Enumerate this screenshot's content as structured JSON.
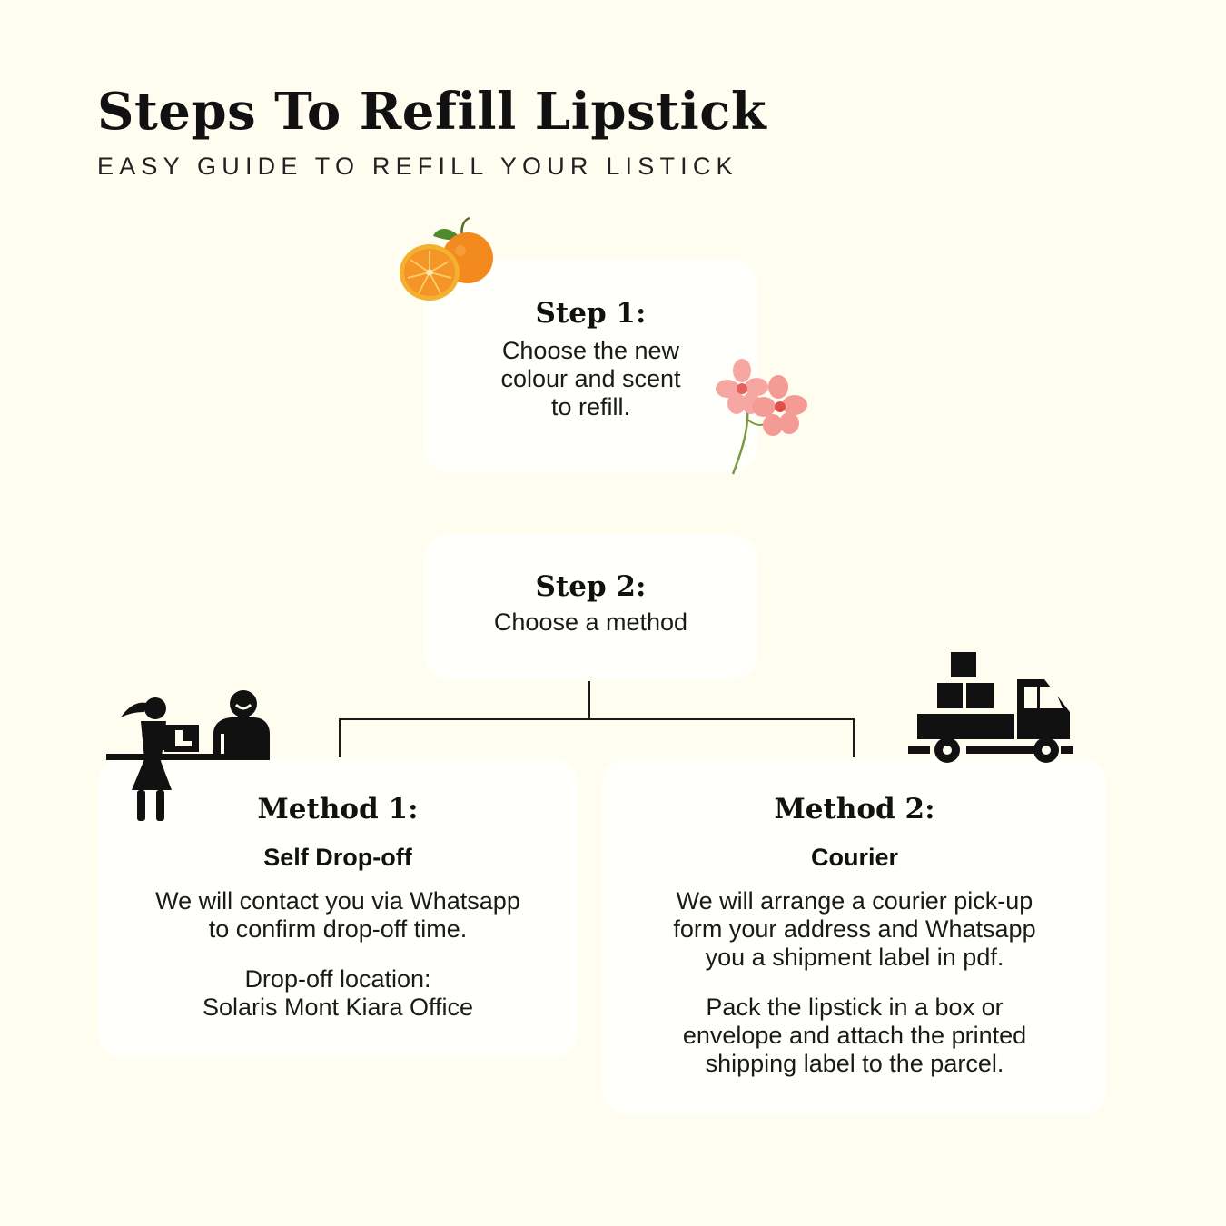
{
  "title": "Steps To Refill Lipstick",
  "subtitle": "EASY GUIDE TO REFILL YOUR LISTICK",
  "step1": {
    "heading": "Step 1:",
    "lines": [
      "Choose the new",
      "colour and scent",
      "to refill."
    ]
  },
  "step2": {
    "heading": "Step 2:",
    "text": "Choose a method"
  },
  "method1": {
    "heading": "Method 1:",
    "subheading": "Self Drop-off",
    "para1": [
      "We will contact you via Whatsapp",
      "to confirm drop-off time."
    ],
    "para2": [
      "Drop-off location:",
      "Solaris Mont Kiara Office"
    ]
  },
  "method2": {
    "heading": "Method 2:",
    "subheading": "Courier",
    "para1": [
      "We will arrange a courier pick-up",
      "form your address and Whatsapp",
      "you a shipment label in pdf."
    ],
    "para2": [
      "Pack the lipstick in a box or",
      "envelope and attach the printed",
      "shipping label to the parcel."
    ]
  },
  "icons": {
    "orange": "orange-fruit-icon",
    "flower": "pink-flower-icon",
    "dropoff": "counter-dropoff-icon",
    "truck": "delivery-truck-icon"
  },
  "colors": {
    "background": "#fefdf0",
    "card": "#fffffc",
    "text": "#111111",
    "orange": "#f2891e",
    "flower": "#f4a5a0"
  }
}
